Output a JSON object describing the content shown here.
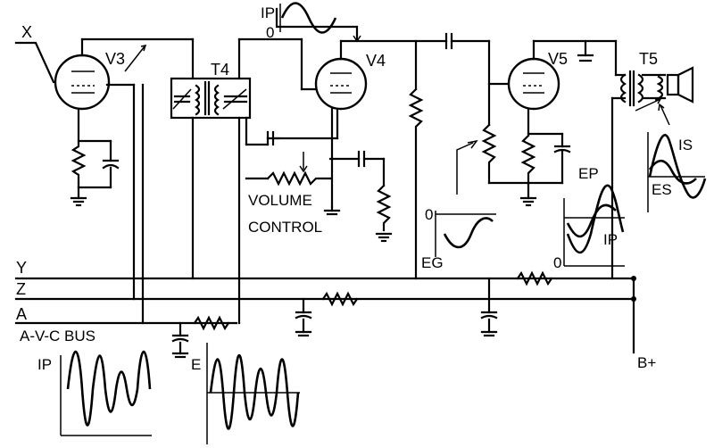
{
  "labels": {
    "x": "X",
    "y": "Y",
    "z": "Z",
    "a": "A",
    "avc_bus": "A-V-C BUS",
    "v3": "V3",
    "v4": "V4",
    "v5": "V5",
    "t4": "T4",
    "t5": "T5",
    "volume_1": "VOLUME",
    "volume_2": "CONTROL",
    "ip_top": "IP",
    "zero_top": "0",
    "eg": "EG",
    "zero_eg": "0",
    "ep": "EP",
    "ip_right": "IP",
    "zero_right": "0",
    "is": "IS",
    "es": "ES",
    "ip_bottom": "IP",
    "e_bottom": "E",
    "b_plus": "B+"
  }
}
